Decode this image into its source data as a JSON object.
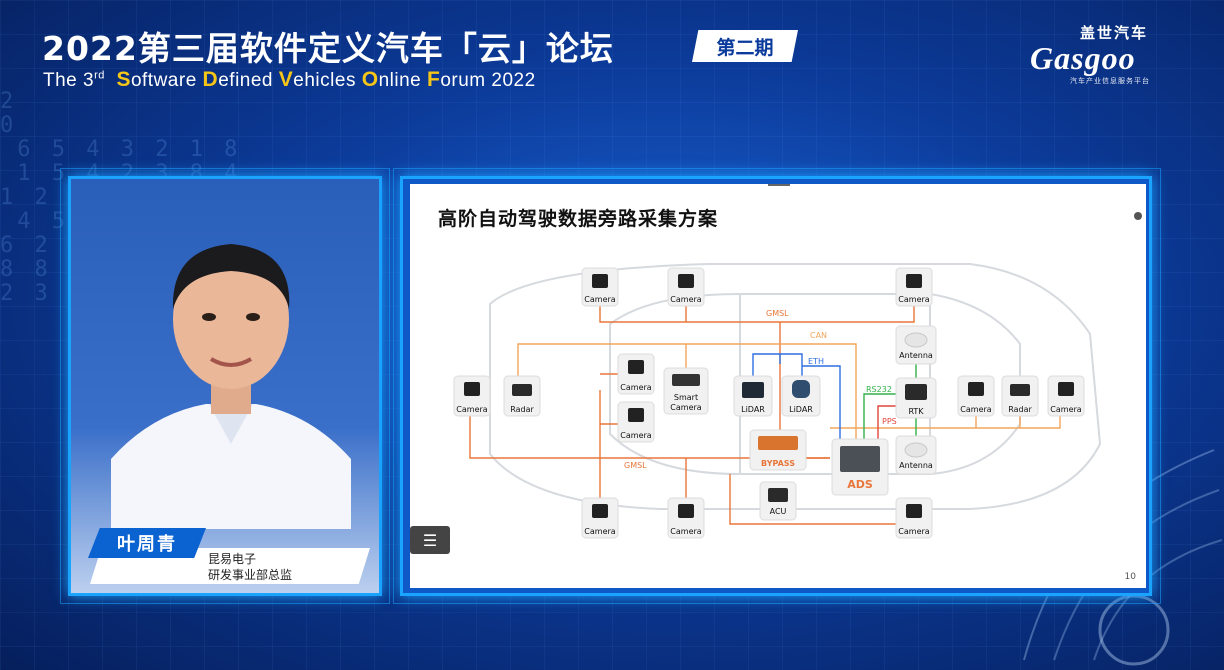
{
  "header": {
    "title_zh": "2022第三届软件定义汽车「云」论坛",
    "phase": "第二期",
    "title_en": {
      "prefix": "The 3",
      "sup": "rd",
      "words": [
        {
          "cap": "S",
          "rest": "oftware"
        },
        {
          "cap": "D",
          "rest": "efined"
        },
        {
          "cap": "V",
          "rest": "ehicles"
        },
        {
          "cap": "O",
          "rest": "nline"
        },
        {
          "cap": "F",
          "rest": "orum 2022"
        }
      ]
    }
  },
  "brand": {
    "name_cn": "盖世汽车",
    "logo": "Gasgoo",
    "tagline": "汽车产业信息服务平台"
  },
  "speaker": {
    "name": "叶周青",
    "company": "昆易电子",
    "role": "研发事业部总监"
  },
  "slide": {
    "title": "高阶自动驾驶数据旁路采集方案",
    "page": "10",
    "menu_icon": "list-icon",
    "labels": {
      "camera": "Camera",
      "radar": "Radar",
      "smart_camera_1": "Smart",
      "smart_camera_2": "Camera",
      "lidar": "LiDAR",
      "antenna": "Antenna",
      "rtk": "RTK",
      "bypass": "BYPASS",
      "ads": "ADS",
      "acu": "ACU",
      "gmsl": "GMSL",
      "can": "CAN",
      "eth": "ETH",
      "rs232": "RS232",
      "pps": "PPS"
    }
  },
  "colors": {
    "accent": "#1aa3ff",
    "gold": "#f5c518",
    "gmsl": "#e8763a",
    "can": "#f2a65a",
    "eth": "#2f6fe0",
    "rs232": "#33b14a",
    "pps": "#e0463a",
    "ads_label": "#e8763a"
  }
}
